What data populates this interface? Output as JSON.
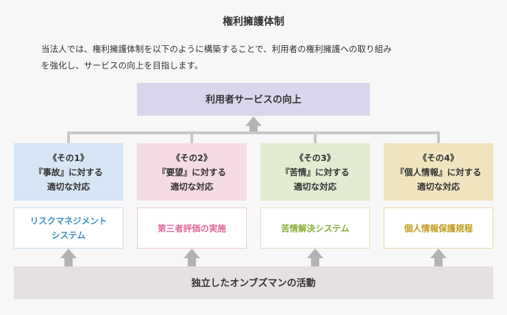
{
  "title": "権利擁護体制",
  "intro": {
    "line1": "当法人では、権利擁護体制を以下のように構築することで、利用者の権利擁護への取り組み",
    "line2": "を強化し、サービスの向上を目指します。"
  },
  "goal": "利用者サービスの向上",
  "pillars": [
    {
      "number": "《その1》",
      "subject": "『事故』に対する",
      "suffix": "適切な対応",
      "system_line1": "リスクマネジメント",
      "system_line2": "システム"
    },
    {
      "number": "《その2》",
      "subject": "『要望』に対する",
      "suffix": "適切な対応",
      "system_line1": "第三者評価の実施",
      "system_line2": ""
    },
    {
      "number": "《その3》",
      "subject": "『苦情』に対する",
      "suffix": "適切な対応",
      "system_line1": "苦情解決システム",
      "system_line2": ""
    },
    {
      "number": "《その4》",
      "subject": "『個人情報』に対する",
      "suffix": "適切な対応",
      "system_line1": "個人情報保護規程",
      "system_line2": ""
    }
  ],
  "base": "独立したオンブズマンの活動",
  "colors": {
    "goal_bg": "#d9d6ec",
    "base_bg": "#e6e1e1",
    "connector": "#c8c8c8",
    "arrow": "#b3b3b3",
    "pillar_bg": [
      "#d6e6f4",
      "#f5dbe6",
      "#e1ecd2",
      "#f1e5bf"
    ],
    "system_border": [
      "#c6dcec",
      "#efc6d6",
      "#d3e3bf",
      "#e9d8a4"
    ],
    "system_text": [
      "#3d8fc4",
      "#e06a9c",
      "#8aad3a",
      "#c09a1d"
    ]
  }
}
